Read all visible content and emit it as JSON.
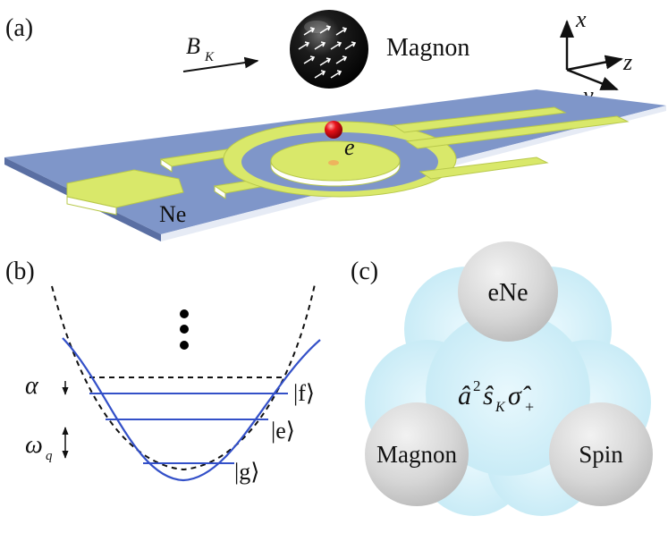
{
  "panels": {
    "a": {
      "label": "(a)",
      "field": {
        "symbol": "B",
        "subscript": "K"
      },
      "magnon_label": "Magnon",
      "electron_label": "e",
      "substrate_label": "Ne",
      "axes": {
        "x": "x",
        "y": "y",
        "z": "z"
      }
    },
    "b": {
      "label": "(b)",
      "states": [
        "|f⟩",
        "|e⟩",
        "|g⟩"
      ],
      "alpha": "α",
      "omega": {
        "symbol": "ω",
        "subscript": "q"
      }
    },
    "c": {
      "label": "(c)",
      "nodes": [
        "eNe",
        "Magnon",
        "Spin"
      ],
      "interaction": {
        "a": "â",
        "a_power": "2",
        "s": "ŝ",
        "s_sub": "K",
        "sigma": "σ̂",
        "sigma_sub": "+"
      }
    }
  },
  "colors": {
    "substrate": "#7f96c9",
    "electrode": "#d9e86a",
    "electron": "#e8121a",
    "potential_solid": "#3350c8",
    "potential_dashed": "#111111",
    "cloud": "#cfeef8",
    "node": "#d4d4d4"
  }
}
